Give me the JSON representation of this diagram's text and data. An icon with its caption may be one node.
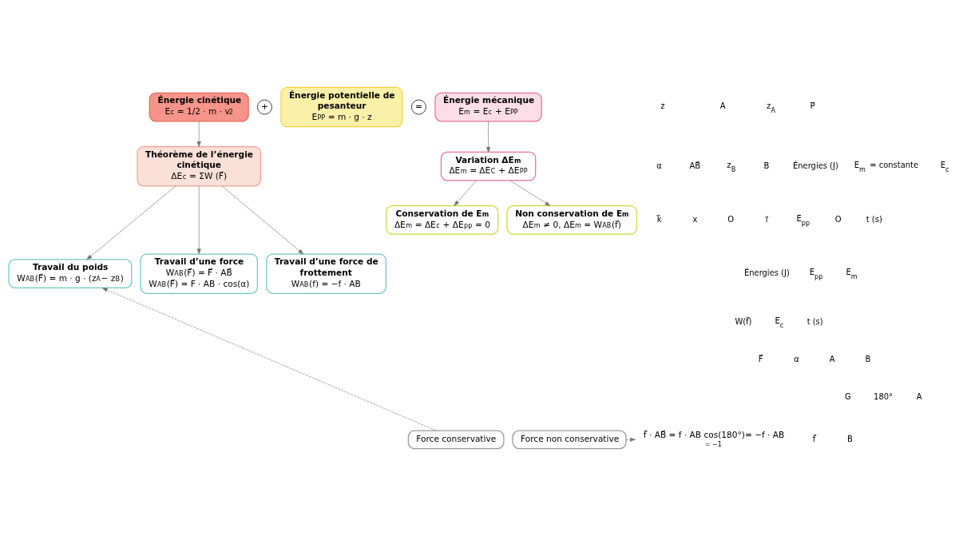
{
  "diagram": {
    "nodes": [
      {
        "text": [
          "Énergie cinétique",
          "E$_{c}$ = 1/2 · m · v$^{2}$"
        ]
      },
      {
        "text": [
          "+"
        ]
      },
      {
        "text": [
          "Énergie potentielle de pesanteur",
          "E$_{PP}$ = m · g · z"
        ]
      },
      {
        "text": [
          "="
        ]
      },
      {
        "text": [
          "Énergie mécanique",
          "E$_{m}$ = E$_{c}$ + E$_{PP}$"
        ]
      },
      {
        "text": [
          "Variation ΔE$_{m}$",
          "ΔE$_{m}$ = ΔE$_{C}$ + ΔE$_{PP}$"
        ]
      },
      {
        "text": [
          "Conservation de E$_{m}$",
          "ΔE$_{m}$ = ΔE$_{c}$ + ΔE$_{pp}$ = 0"
        ]
      },
      {
        "text": [
          "Non conservation de E$_{m}$",
          "ΔE$_{m}$ ≠ 0, ΔE$_{m}$ = W$_{AB}$(f⃗)"
        ]
      },
      {
        "text": [
          "Travail du poids",
          "W$_{AB}$(F⃗) = m · g · (z$_{A}$− z$_{B}$)"
        ]
      },
      {
        "text": [
          "Théorème de l’énergie cinétique",
          "ΔE$_{c}$ = ΣW (F⃗)"
        ]
      },
      {
        "text": [
          "Travail d’une force",
          "W$_{AB}$(F⃗) = F⃗ · AB⃗",
          "W$_{AB}$(F⃗) = F · AB · cos(α)"
        ]
      },
      {
        "text": [
          "Travail d’une force de frottement",
          "W$_{AB}$(f) = −f · AB"
        ]
      },
      {
        "text": [
          "Force conservative"
        ]
      },
      {
        "text": [
          "Force non conservative"
        ]
      },
      {
        "text": [
          "f⃗ · AB⃗ = f · AB cos(180°)= −f · AB"
        ],
        "beside": [
          "= −1"
        ]
      }
    ],
    "edges": [
      {
        "from": 4,
        "to": 5,
        "arrow": "to"
      },
      {
        "from": 5,
        "to": 6,
        "arrow": "to"
      },
      {
        "from": 5,
        "to": 7,
        "arrow": "to"
      },
      {
        "from": 0,
        "to": 9,
        "arrow": "to"
      },
      {
        "from": 9,
        "to": 8,
        "arrow": "to"
      },
      {
        "from": 9,
        "to": 10,
        "arrow": "to"
      },
      {
        "from": 9,
        "to": 11,
        "arrow": "to"
      },
      {
        "from": 12,
        "to": 8,
        "arrow": "to",
        "style": "dashed"
      },
      {
        "from": 13,
        "to": 14,
        "arrow": "to",
        "style": "dashed"
      }
    ],
    "labels": [
      "z",
      "A",
      "z$_{A}$",
      "P⃗",
      "α",
      "AB⃗",
      "z$_{B}$",
      "B",
      "k⃗",
      "x",
      "O",
      "i⃗",
      "Énergies (J)",
      "E$_{m}$ = constante",
      "E$_{c}$",
      "E$_{pp}$",
      "O",
      "t (s)",
      "Énergies (J)",
      "E$_{pp}$",
      "E$_{m}$",
      "W(f⃗)",
      "E$_{c}$",
      "t (s)",
      "F⃗",
      "α",
      "A",
      "B",
      "G",
      "180°",
      "A",
      "f⃗",
      "B"
    ]
  }
}
